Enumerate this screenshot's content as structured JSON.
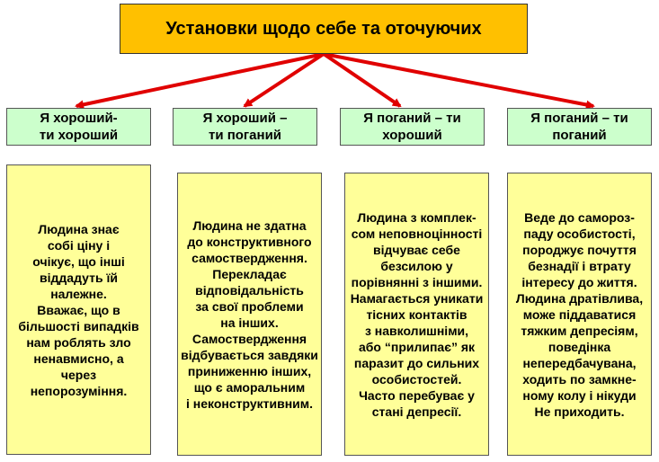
{
  "title": "Установки щодо себе та оточуючих",
  "colors": {
    "title_bg": "#ffc000",
    "category_bg": "#ccffcc",
    "description_bg": "#ffff99",
    "arrow": "#e00000"
  },
  "categories": [
    {
      "label": "Я хороший-\nти хороший",
      "description": "Людина знає\nсобі ціну і\nочікує, що інші\nвіддадуть їй\nналежне.\nВважає, що в\nбільшості випадків\nнам роблять зло\nненавмисно, а\nчерез\nнепорозуміння."
    },
    {
      "label": "Я хороший –\nти поганий",
      "description": "Людина не здатна\nдо конструктивного\nсамоствердження.\nПерекладає\nвідповідальність\nза свої проблеми\nна інших.\nСамоствердження\nвідбувається завдяки\nприниженню інших,\nщо є аморальним\nі неконструктивним."
    },
    {
      "label": "Я поганий – ти\nхороший",
      "description": "Людина з комплек-\nсом неповноцінності\nвідчуває себе\nбезсилою у\nпорівнянні з іншими.\nНамагається уникати\nтісних контактів\nз навколишніми,\nабо “прилипає” як\nпаразит до сильних\nособистостей.\nЧасто перебуває у\nстані депресії."
    },
    {
      "label": "Я поганий – ти\nпоганий",
      "description": "Веде до самороз-\nпаду особистості,\nпороджує почуття\nбезнадії і втрату\nінтересу до життя.\nЛюдина дратівлива,\nможе піддаватися\nтяжким депресіям,\nповедінка\nнепередбачувана,\nходить по замкне-\nному колу і нікуди\nНе приходить."
    }
  ]
}
